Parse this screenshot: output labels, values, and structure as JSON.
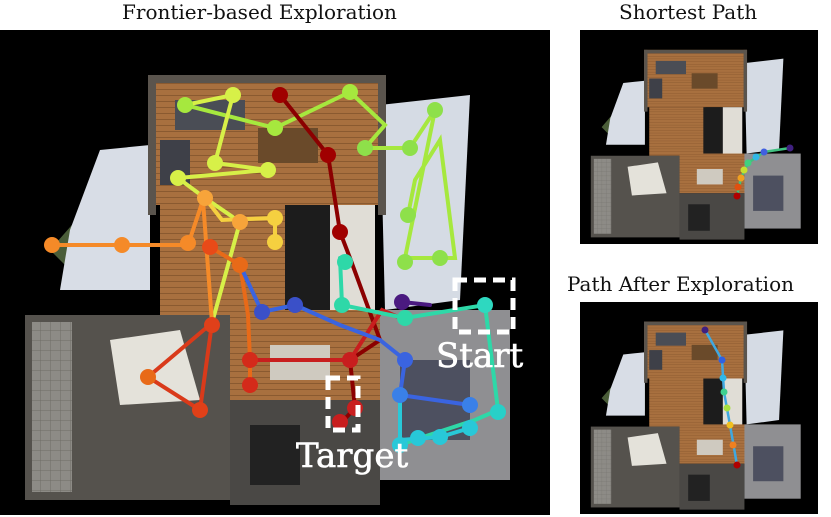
{
  "titles": {
    "main": "Frontier-based Exploration",
    "shortest": "Shortest Path",
    "after": "Path After Exploration"
  },
  "labels": {
    "start": "Start",
    "target": "Target"
  },
  "colors": {
    "background": "#000000",
    "floor": "#a56a3a",
    "wall": "#5e5a55",
    "marker": "#ffffff"
  },
  "exploration_path_colors": [
    "#d7f048",
    "#8ee04a",
    "#a6e83e",
    "#8b0000",
    "#f5d040",
    "#f7a43a",
    "#f58a28",
    "#e86a18",
    "#c81e1e",
    "#d93a1a",
    "#4050c8",
    "#2ed8a8",
    "#28c8d8",
    "#3a64e0",
    "#4a1a80"
  ],
  "shortest_path_colors": [
    "#b00000",
    "#e05010",
    "#f0a020",
    "#c8e030",
    "#40d080",
    "#30b8e8",
    "#4060e0",
    "#402080"
  ],
  "after_path_colors": [
    "#402080",
    "#3060e0",
    "#30b8e8",
    "#40d090",
    "#a8e040",
    "#f0c020",
    "#f08020",
    "#b00000"
  ]
}
